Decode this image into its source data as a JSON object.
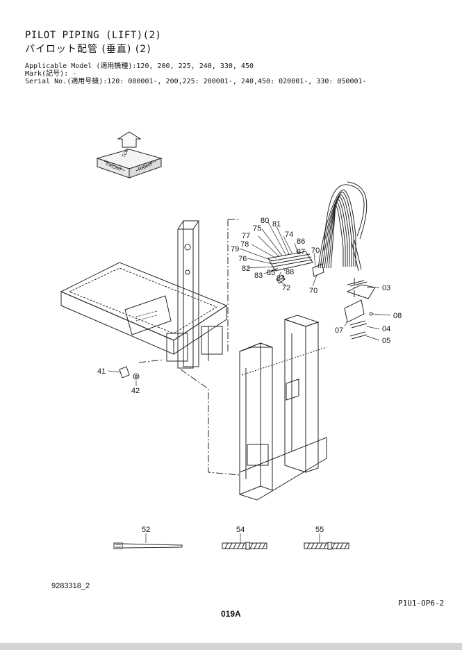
{
  "header": {
    "title_en": "PILOT PIPING (LIFT)(2)",
    "title_jp": "パイロット配管 (垂直) (2)",
    "applicable_model": "Applicable Model (適用機種):120, 200, 225, 240, 330, 450",
    "mark": "Mark(記号): -",
    "serial_no": "Serial No.(適用号機):120: 080001-, 200,225: 200001-, 240,450: 020001-, 330: 050001-"
  },
  "orientation_arrow": {
    "labels": [
      "TOP",
      "FRONT",
      "RIGHT"
    ]
  },
  "callouts": {
    "c80": "80",
    "c81": "81",
    "c75": "75",
    "c77": "77",
    "c74": "74",
    "c78": "78",
    "c86": "86",
    "c79": "79",
    "c87": "87",
    "c70a": "70",
    "c76": "76",
    "c82": "82",
    "c88": "88",
    "c85": "85",
    "c83": "83",
    "c84": "84",
    "c72": "72",
    "c70b": "70",
    "c03": "03",
    "c08": "08",
    "c07": "07",
    "c04": "04",
    "c05": "05",
    "c41": "41",
    "c42": "42",
    "c52": "52",
    "c54": "54",
    "c55": "55"
  },
  "footer": {
    "doc_number": "9283318_2",
    "page_code": "P1U1-OP6-2",
    "page_number": "019A"
  }
}
